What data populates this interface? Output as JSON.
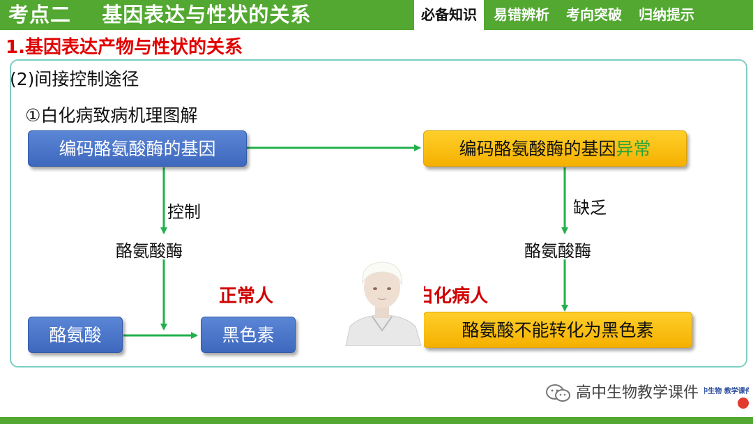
{
  "header": {
    "title": "考点二    基因表达与性状的关系",
    "tabs": [
      {
        "label": "必备知识",
        "active": true
      },
      {
        "label": "易错辨析",
        "active": false
      },
      {
        "label": "考向突破",
        "active": false
      },
      {
        "label": "归纳提示",
        "active": false
      }
    ]
  },
  "section_title": "1.基因表达产物与性状的关系",
  "panel": {
    "subtitle": "(2)间接控制途径",
    "subsubtitle": "①白化病致病机理图解",
    "left": {
      "gene": "编码酪氨酸酶的基因",
      "control_label": "控制",
      "enzyme": "酪氨酸酶",
      "tyrosine": "酪氨酸",
      "melanin": "黑色素",
      "person_label": "正常人"
    },
    "right": {
      "gene_prefix": "编码酪氨酸酶的基因",
      "gene_suffix": "异常",
      "lack_label": "缺乏",
      "enzyme": "酪氨酸酶",
      "result": "酪氨酸不能转化为黑色素",
      "person_label": "白化病人"
    }
  },
  "watermark": {
    "text": "高中生物教学课件",
    "logo_text": "中生物 教学课件"
  },
  "colors": {
    "header_green": "#52a830",
    "accent_red": "#e00000",
    "box_blue": "#4a74c9",
    "box_yellow": "#f7b800",
    "arrow_green": "#22b04b",
    "panel_border": "#7ccfc2"
  }
}
